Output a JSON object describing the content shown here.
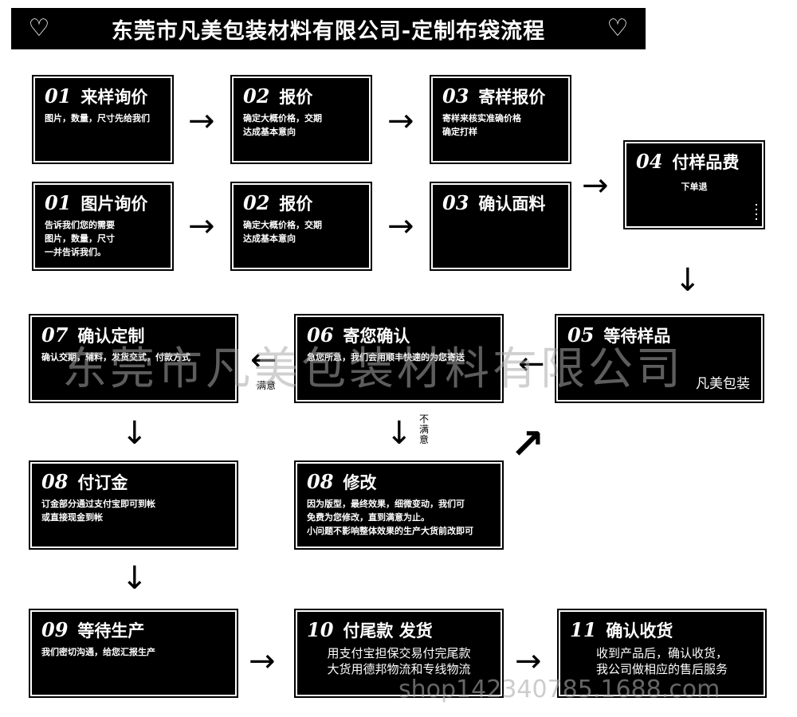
{
  "title": {
    "heart_left": "♡",
    "text": "东莞市凡美包装材料有限公司-定制布袋流程",
    "heart_right": "♡"
  },
  "steps": {
    "r1a": {
      "num": "01",
      "label": "来样询价",
      "lines": [
        "图片，数量，尺寸先给我们"
      ]
    },
    "r1b": {
      "num": "02",
      "label": "报价",
      "lines": [
        "确定大概价格，交期",
        "达成基本意向"
      ]
    },
    "r1c": {
      "num": "03",
      "label": "寄样报价",
      "lines": [
        "寄样来核实准确价格",
        "确定打样"
      ]
    },
    "r2a": {
      "num": "01",
      "label": "图片询价",
      "lines": [
        "告诉我们您的需要",
        "图片，数量，尺寸",
        "一并告诉我们。"
      ]
    },
    "r2b": {
      "num": "02",
      "label": "报价",
      "lines": [
        "确定大概价格，交期",
        "达成基本意向"
      ]
    },
    "r2c": {
      "num": "03",
      "label": "确认面料",
      "lines": []
    },
    "s04": {
      "num": "04",
      "label": "付样品费",
      "lines": [
        "下单退"
      ]
    },
    "s05": {
      "num": "05",
      "label": "等待样品",
      "lines": [],
      "corner": "凡美包装"
    },
    "s06": {
      "num": "06",
      "label": "寄您确认",
      "lines": [
        "急您所急，我们会用顺丰快速的为您寄送"
      ]
    },
    "s07": {
      "num": "07",
      "label": "确认定制",
      "lines": [
        "确认交期，辅料，发货交式，付款方式"
      ]
    },
    "s08a": {
      "num": "08",
      "label": "付订金",
      "lines": [
        "订金部分通过支付宝即可到帐",
        "或直接现金到帐"
      ]
    },
    "s08b": {
      "num": "08",
      "label": "修改",
      "lines": [
        "因为版型，最终效果，细微变动，我们可",
        "免费为您修改，直到满意为止。",
        "小问题不影响整体效果的生产大货前改即可"
      ]
    },
    "s09": {
      "num": "09",
      "label": "等待生产",
      "lines": [
        "我们密切沟通，给您汇报生产"
      ]
    },
    "s10": {
      "num": "10",
      "label": "付尾款 发货",
      "lines": [
        "用支付宝担保交易付完尾款",
        "大货用德邦物流和专线物流"
      ]
    },
    "s11": {
      "num": "11",
      "label": "确认收货",
      "lines": [
        "收到产品后，确认收货，",
        "我公司做相应的售后服务"
      ]
    }
  },
  "notes": {
    "satisfied": "满意",
    "unsatisfied": [
      "不",
      "满",
      "意"
    ]
  },
  "arrows": {
    "right": "→",
    "left": "←",
    "down": "↓",
    "diag": "↗"
  },
  "watermark": {
    "main": "东莞市凡美包装材料有限公司",
    "url": "shop142340785.1688.com"
  }
}
